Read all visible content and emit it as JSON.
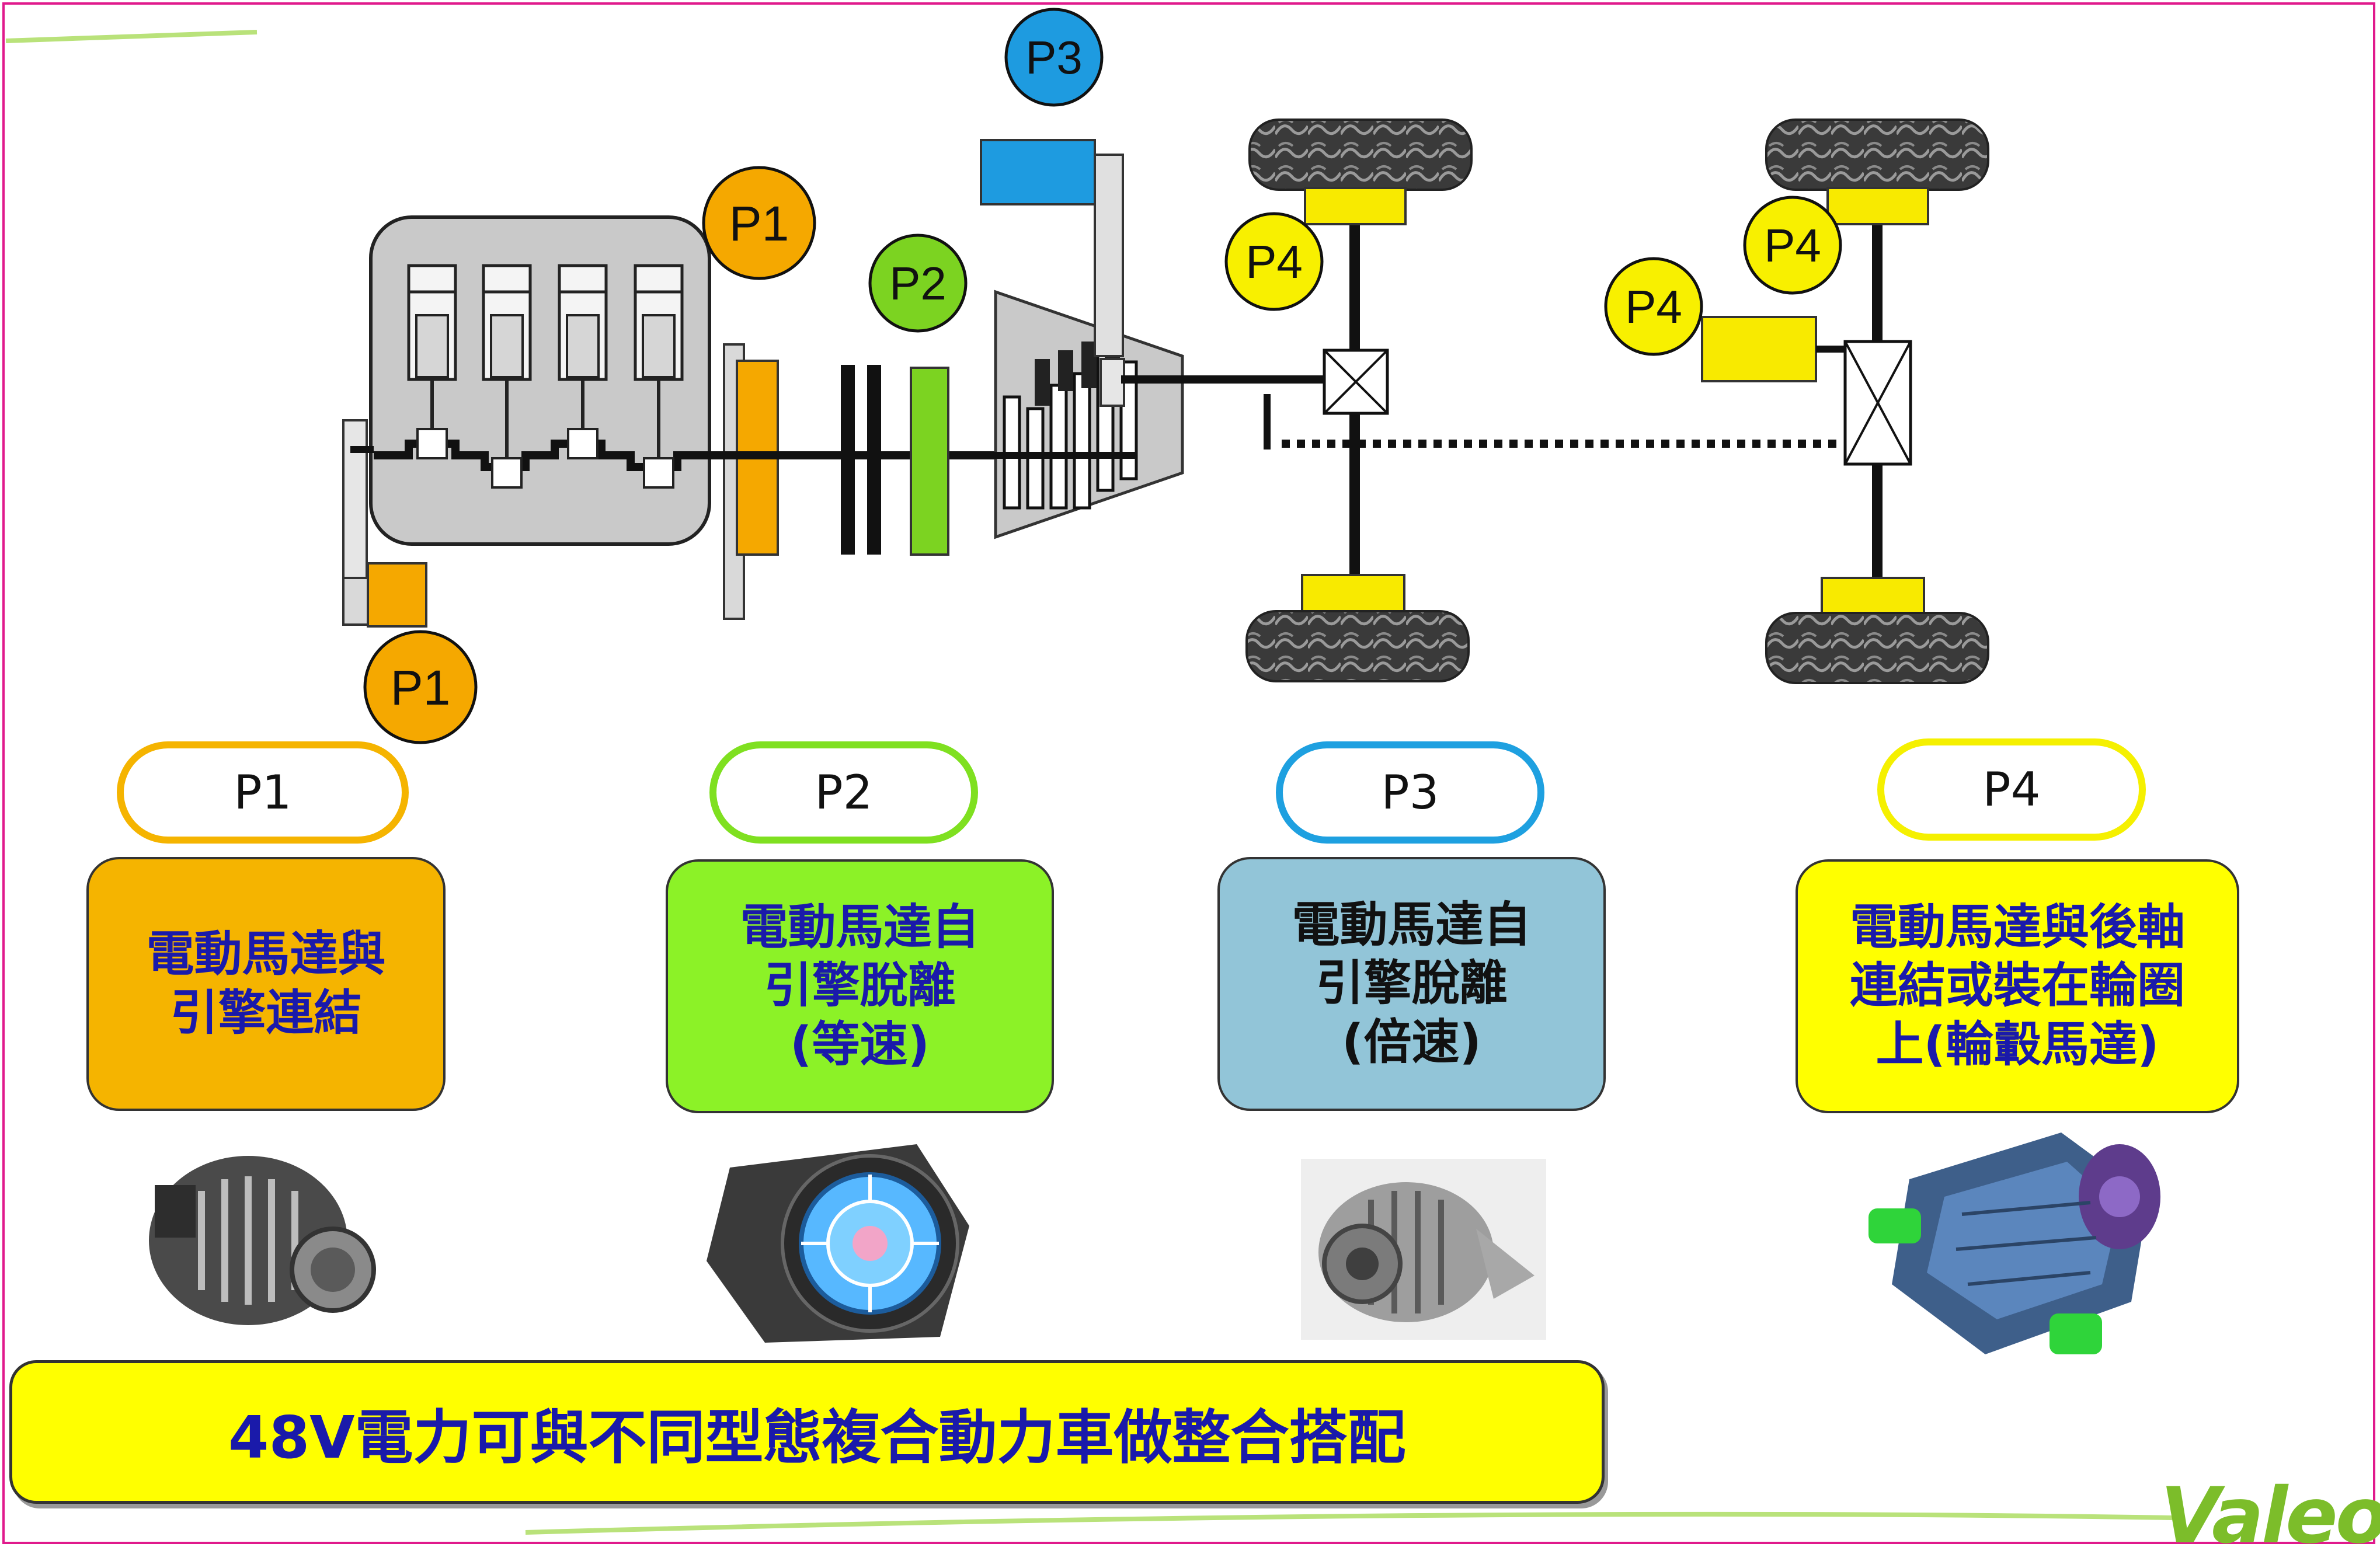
{
  "markers": {
    "p1_top": "P1",
    "p1_bottom": "P1",
    "p2": "P2",
    "p3": "P3",
    "p4_front": "P4",
    "p4_rear_top": "P4",
    "p4_rear_side": "P4"
  },
  "categories": [
    {
      "label": "P1",
      "color": "#f5b400",
      "description": "電動馬達與\n引擎連結",
      "text_color": "#1a1aaa",
      "fill": "#f5b400"
    },
    {
      "label": "P2",
      "color": "#7fe020",
      "description": "電動馬達自\n引擎脫離\n(等速)",
      "text_color": "#1a1aaa",
      "fill": "#8cf227"
    },
    {
      "label": "P3",
      "color": "#1ea0e0",
      "description": "電動馬達自\n引擎脫離\n(倍速)",
      "text_color": "#111111",
      "fill": "#92c5d8"
    },
    {
      "label": "P4",
      "color": "#f5f000",
      "description": "電動馬達與後軸\n連結或裝在輪圈\n上(輪轂馬達)",
      "text_color": "#1a1aaa",
      "fill": "#ffff00"
    }
  ],
  "photos": [
    {
      "icon": "alternator-photo"
    },
    {
      "icon": "p2-motor-photo"
    },
    {
      "icon": "p3-motor-photo"
    },
    {
      "icon": "rear-axle-motor-photo"
    }
  ],
  "banner": {
    "text": "48V電力可與不同型態複合動力車做整合搭配"
  },
  "logo": {
    "text": "Valeo"
  }
}
